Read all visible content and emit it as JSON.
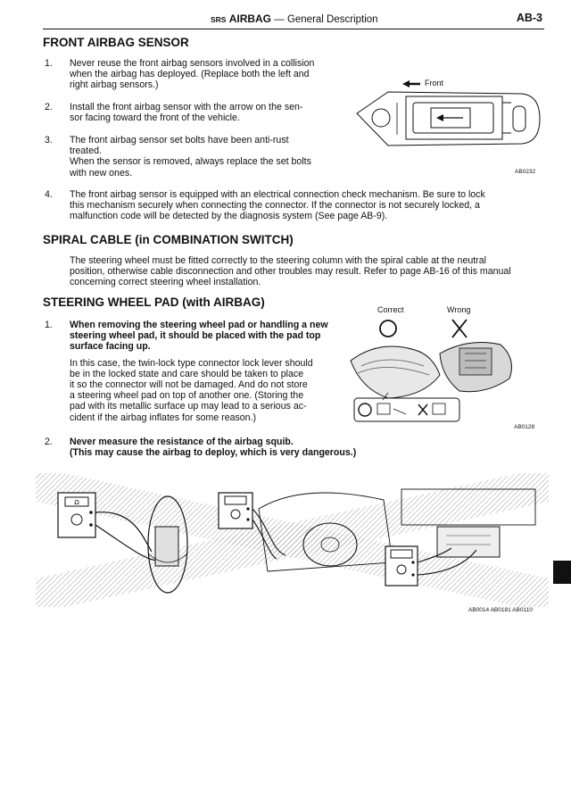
{
  "header": {
    "srs": "SRS",
    "title": "AIRBAG",
    "dash": "—",
    "section": "General Description",
    "page": "AB-3"
  },
  "front_sensor": {
    "heading": "FRONT AIRBAG SENSOR",
    "items": [
      {
        "num": "1.",
        "lines": [
          "Never reuse the front airbag sensors involved in a collision",
          "when the airbag has deployed. (Replace both the left and",
          "right airbag sensors.)"
        ]
      },
      {
        "num": "2.",
        "lines": [
          "Install the front airbag sensor with the arrow on the sen-",
          "sor facing toward the front of the vehicle."
        ]
      },
      {
        "num": "3.",
        "lines": [
          "The front airbag sensor set bolts have been anti-rust",
          "treated.",
          "When the sensor is removed, always replace the set bolts",
          "with new ones."
        ]
      },
      {
        "num": "4.",
        "lines": [
          "The front airbag sensor is equipped with an electrical connection check mechanism. Be sure to lock",
          "this mechanism securely when connecting the connector. If the connector is not securely locked, a",
          "malfunction code will be detected by the diagnosis system (See page AB-9)."
        ]
      }
    ],
    "figure_label": "Front",
    "figure_code": "AB0232"
  },
  "spiral_cable": {
    "heading": "SPIRAL CABLE (in COMBINATION SWITCH)",
    "lines": [
      "The steering wheel must be fitted correctly to the steering column with the spiral cable at the neutral",
      "position, otherwise cable disconnection and other troubles may result. Refer to page AB-16 of this manual",
      "concerning correct steering wheel installation."
    ]
  },
  "steering_pad": {
    "heading": "STEERING WHEEL PAD (with AIRBAG)",
    "item1": {
      "num": "1.",
      "bold_lines": [
        "When removing the steering wheel pad or handling a new",
        "steering wheel pad, it should be placed with the pad top",
        "surface facing up."
      ],
      "lines": [
        "In this case, the twin-lock type connector lock lever should",
        "be in the locked state and care should be taken to place",
        "it so the connector will not be damaged. And do not store",
        "a steering wheel pad on top of another one. (Storing the",
        "pad with its metallic surface up may lead to a serious ac-",
        "cident if the airbag inflates for some reason.)"
      ]
    },
    "item2": {
      "num": "2.",
      "bold_lines": [
        "Never measure the resistance of the airbag squib.",
        "(This may cause the airbag to deploy, which is very dangerous.)"
      ]
    },
    "figure_correct": "Correct",
    "figure_wrong": "Wrong",
    "figure_code": "AB0128"
  },
  "bottom_figure": {
    "code": "AB0014 AB0181 AB0110",
    "meter_label": "Ω"
  }
}
